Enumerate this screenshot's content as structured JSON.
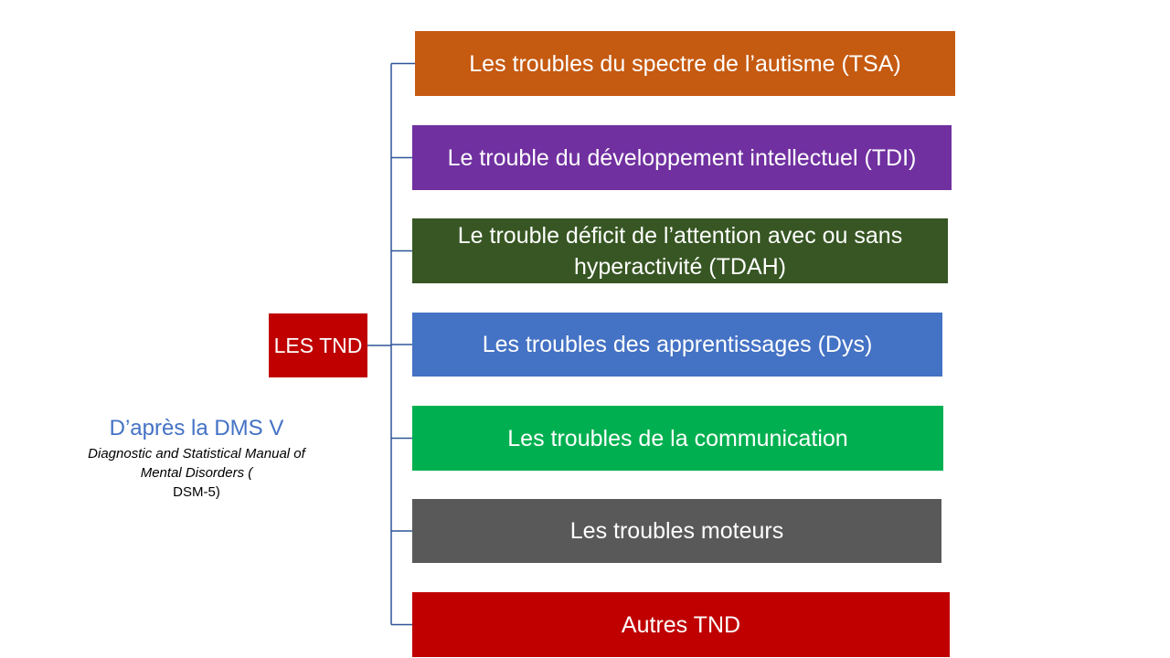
{
  "root": {
    "label": "LES TND",
    "color": "#c00000"
  },
  "branches": [
    {
      "label": "Les troubles du spectre de l’autisme (TSA)",
      "color": "#c55a11"
    },
    {
      "label": "Le trouble du développement intellectuel (TDI)",
      "color": "#7030a0"
    },
    {
      "label": "Le trouble déficit de l’attention avec ou sans hyperactivité (TDAH)",
      "color": "#375623"
    },
    {
      "label": "Les troubles des apprentissages (Dys)",
      "color": "#4472c4"
    },
    {
      "label": "Les troubles de la communication",
      "color": "#00b050"
    },
    {
      "label": "Les troubles moteurs",
      "color": "#595959"
    },
    {
      "label": "Autres TND",
      "color": "#c00000"
    }
  ],
  "connector_color": "#2f5597",
  "source": {
    "title": "D’après la DMS V",
    "line1": "Diagnostic and Statistical Manual of",
    "line2": "Mental Disorders (",
    "line3": "DSM-5)"
  }
}
